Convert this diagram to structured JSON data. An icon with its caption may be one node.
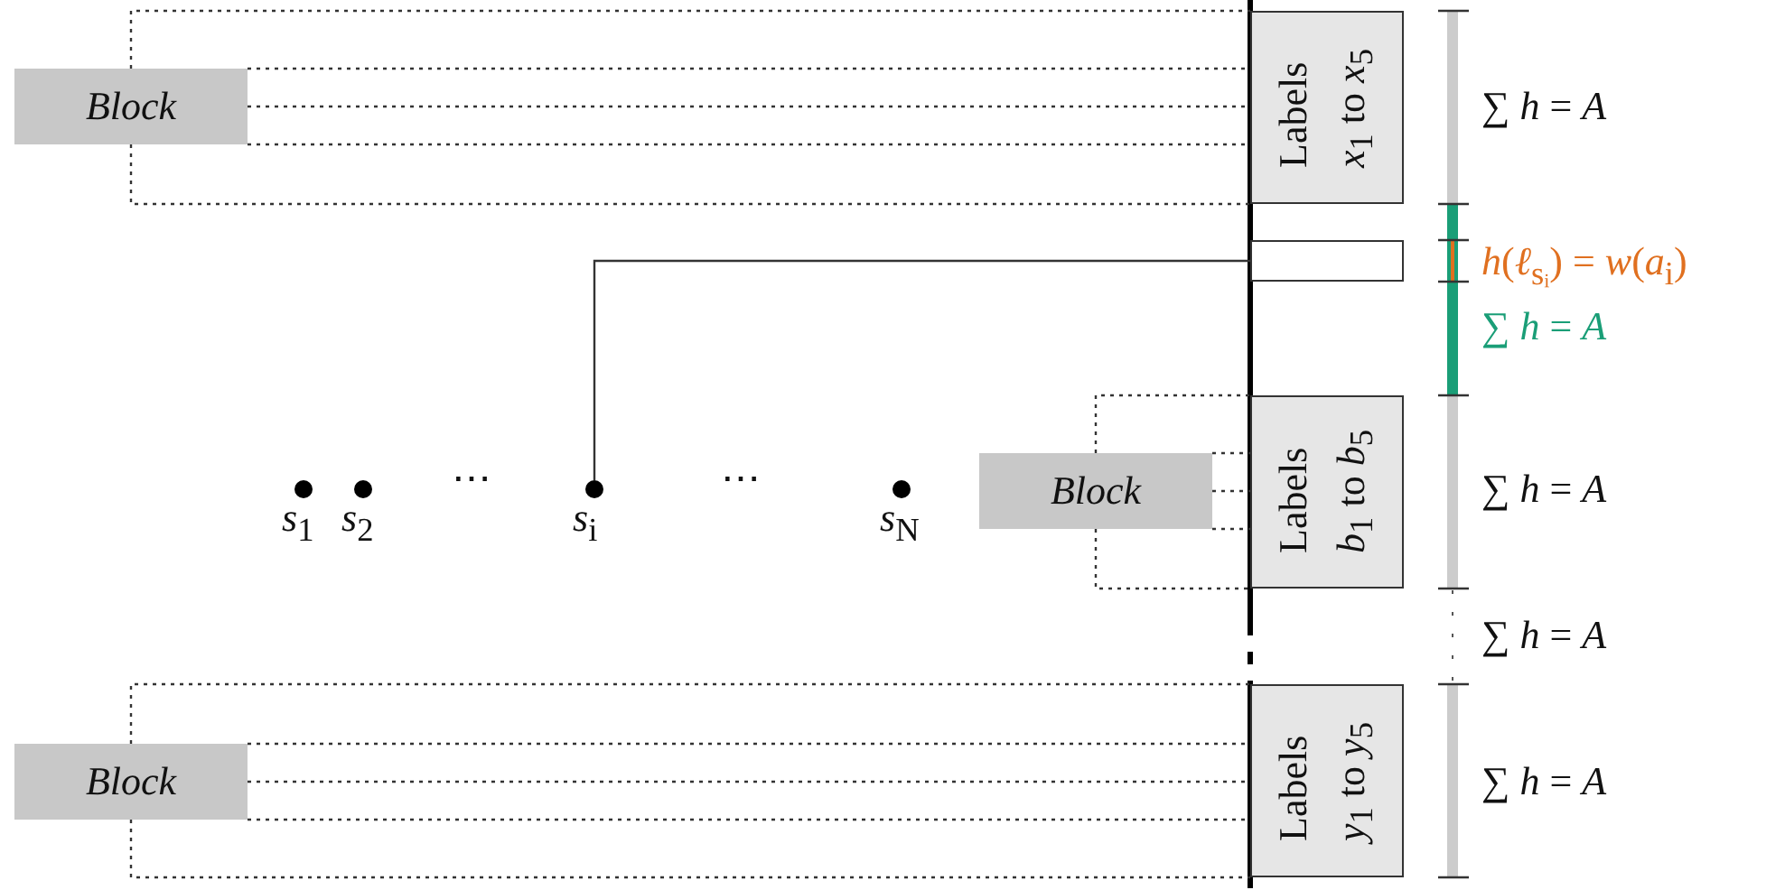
{
  "diagram": {
    "nodes": [
      {
        "text": [
          "Block"
        ]
      },
      {
        "text": [
          "Labels",
          "*x*$_{1}$ to *x*$_{5}$"
        ]
      },
      {
        "text": [],
        "shape": "box"
      },
      {
        "text": [],
        "shape": "circle",
        "beside": [
          "*s*$_{1}$"
        ]
      },
      {
        "text": [],
        "shape": "circle",
        "beside": [
          "*s*$_{2}$"
        ]
      },
      {
        "text": [],
        "shape": "circle",
        "beside": [
          "*s*$_{i}$"
        ]
      },
      {
        "text": [],
        "shape": "circle",
        "beside": [
          "*s*$_{N}$"
        ]
      },
      {
        "text": [
          "Block"
        ]
      },
      {
        "text": [
          "Labels",
          "*b*$_{1}$ to *b*$_{5}$"
        ]
      },
      {
        "text": [
          "Block"
        ]
      },
      {
        "text": [
          "Labels",
          "*y*$_{1}$ to *y*$_{5}$"
        ]
      }
    ],
    "edges": [
      {
        "from": 0,
        "to": 1,
        "arrow": "none",
        "style": "dashed"
      },
      {
        "from": 0,
        "to": 1,
        "arrow": "none",
        "style": "dashed"
      },
      {
        "from": 0,
        "to": 1,
        "arrow": "none",
        "style": "dashed"
      },
      {
        "from": 0,
        "to": 1,
        "arrow": "none",
        "style": "dashed"
      },
      {
        "from": 0,
        "to": 1,
        "arrow": "none",
        "style": "dashed"
      },
      {
        "from": 5,
        "to": 2,
        "arrow": "none"
      },
      {
        "from": 7,
        "to": 8,
        "arrow": "none",
        "style": "dashed"
      },
      {
        "from": 7,
        "to": 8,
        "arrow": "none",
        "style": "dashed"
      },
      {
        "from": 7,
        "to": 8,
        "arrow": "none",
        "style": "dashed"
      },
      {
        "from": 7,
        "to": 8,
        "arrow": "none",
        "style": "dashed"
      },
      {
        "from": 7,
        "to": 8,
        "arrow": "none",
        "style": "dashed"
      },
      {
        "from": 9,
        "to": 10,
        "arrow": "none",
        "style": "dashed"
      },
      {
        "from": 9,
        "to": 10,
        "arrow": "none",
        "style": "dashed"
      },
      {
        "from": 9,
        "to": 10,
        "arrow": "none",
        "style": "dashed"
      },
      {
        "from": 9,
        "to": 10,
        "arrow": "none",
        "style": "dashed"
      },
      {
        "from": 9,
        "to": 10,
        "arrow": "none",
        "style": "dashed"
      }
    ],
    "labels": [
      "∑ *h* = *A*",
      "*h*(*ℓ*$_{sᵢ}$) = *w*(*a*$_{i}$)",
      "∑ *h* = *A*",
      "⋯",
      "⋯",
      "∑ *h* = *A*",
      "∑ *h* = *A*",
      "∑ *h* = *A*"
    ]
  }
}
